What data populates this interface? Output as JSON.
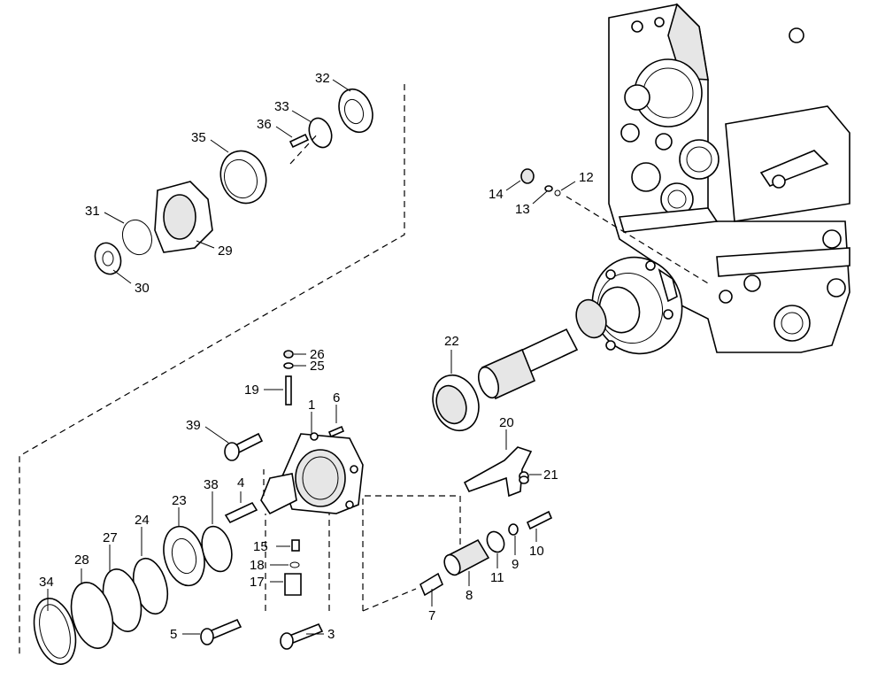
{
  "diagram": {
    "callouts": [
      {
        "id": "1",
        "text": "1"
      },
      {
        "id": "3",
        "text": "3"
      },
      {
        "id": "4",
        "text": "4"
      },
      {
        "id": "5",
        "text": "5"
      },
      {
        "id": "6",
        "text": "6"
      },
      {
        "id": "7",
        "text": "7"
      },
      {
        "id": "8",
        "text": "8"
      },
      {
        "id": "9",
        "text": "9"
      },
      {
        "id": "10",
        "text": "10"
      },
      {
        "id": "11",
        "text": "11"
      },
      {
        "id": "12",
        "text": "12"
      },
      {
        "id": "13",
        "text": "13"
      },
      {
        "id": "14",
        "text": "14"
      },
      {
        "id": "15",
        "text": "15"
      },
      {
        "id": "17",
        "text": "17"
      },
      {
        "id": "18",
        "text": "18"
      },
      {
        "id": "19",
        "text": "19"
      },
      {
        "id": "20",
        "text": "20"
      },
      {
        "id": "21",
        "text": "21"
      },
      {
        "id": "22",
        "text": "22"
      },
      {
        "id": "23",
        "text": "23"
      },
      {
        "id": "24",
        "text": "24"
      },
      {
        "id": "25",
        "text": "25"
      },
      {
        "id": "26",
        "text": "26"
      },
      {
        "id": "27",
        "text": "27"
      },
      {
        "id": "28",
        "text": "28"
      },
      {
        "id": "29",
        "text": "29"
      },
      {
        "id": "30",
        "text": "30"
      },
      {
        "id": "31",
        "text": "31"
      },
      {
        "id": "32",
        "text": "32"
      },
      {
        "id": "33",
        "text": "33"
      },
      {
        "id": "34",
        "text": "34"
      },
      {
        "id": "35",
        "text": "35"
      },
      {
        "id": "36",
        "text": "36"
      },
      {
        "id": "38",
        "text": "38"
      },
      {
        "id": "39",
        "text": "39"
      }
    ]
  }
}
